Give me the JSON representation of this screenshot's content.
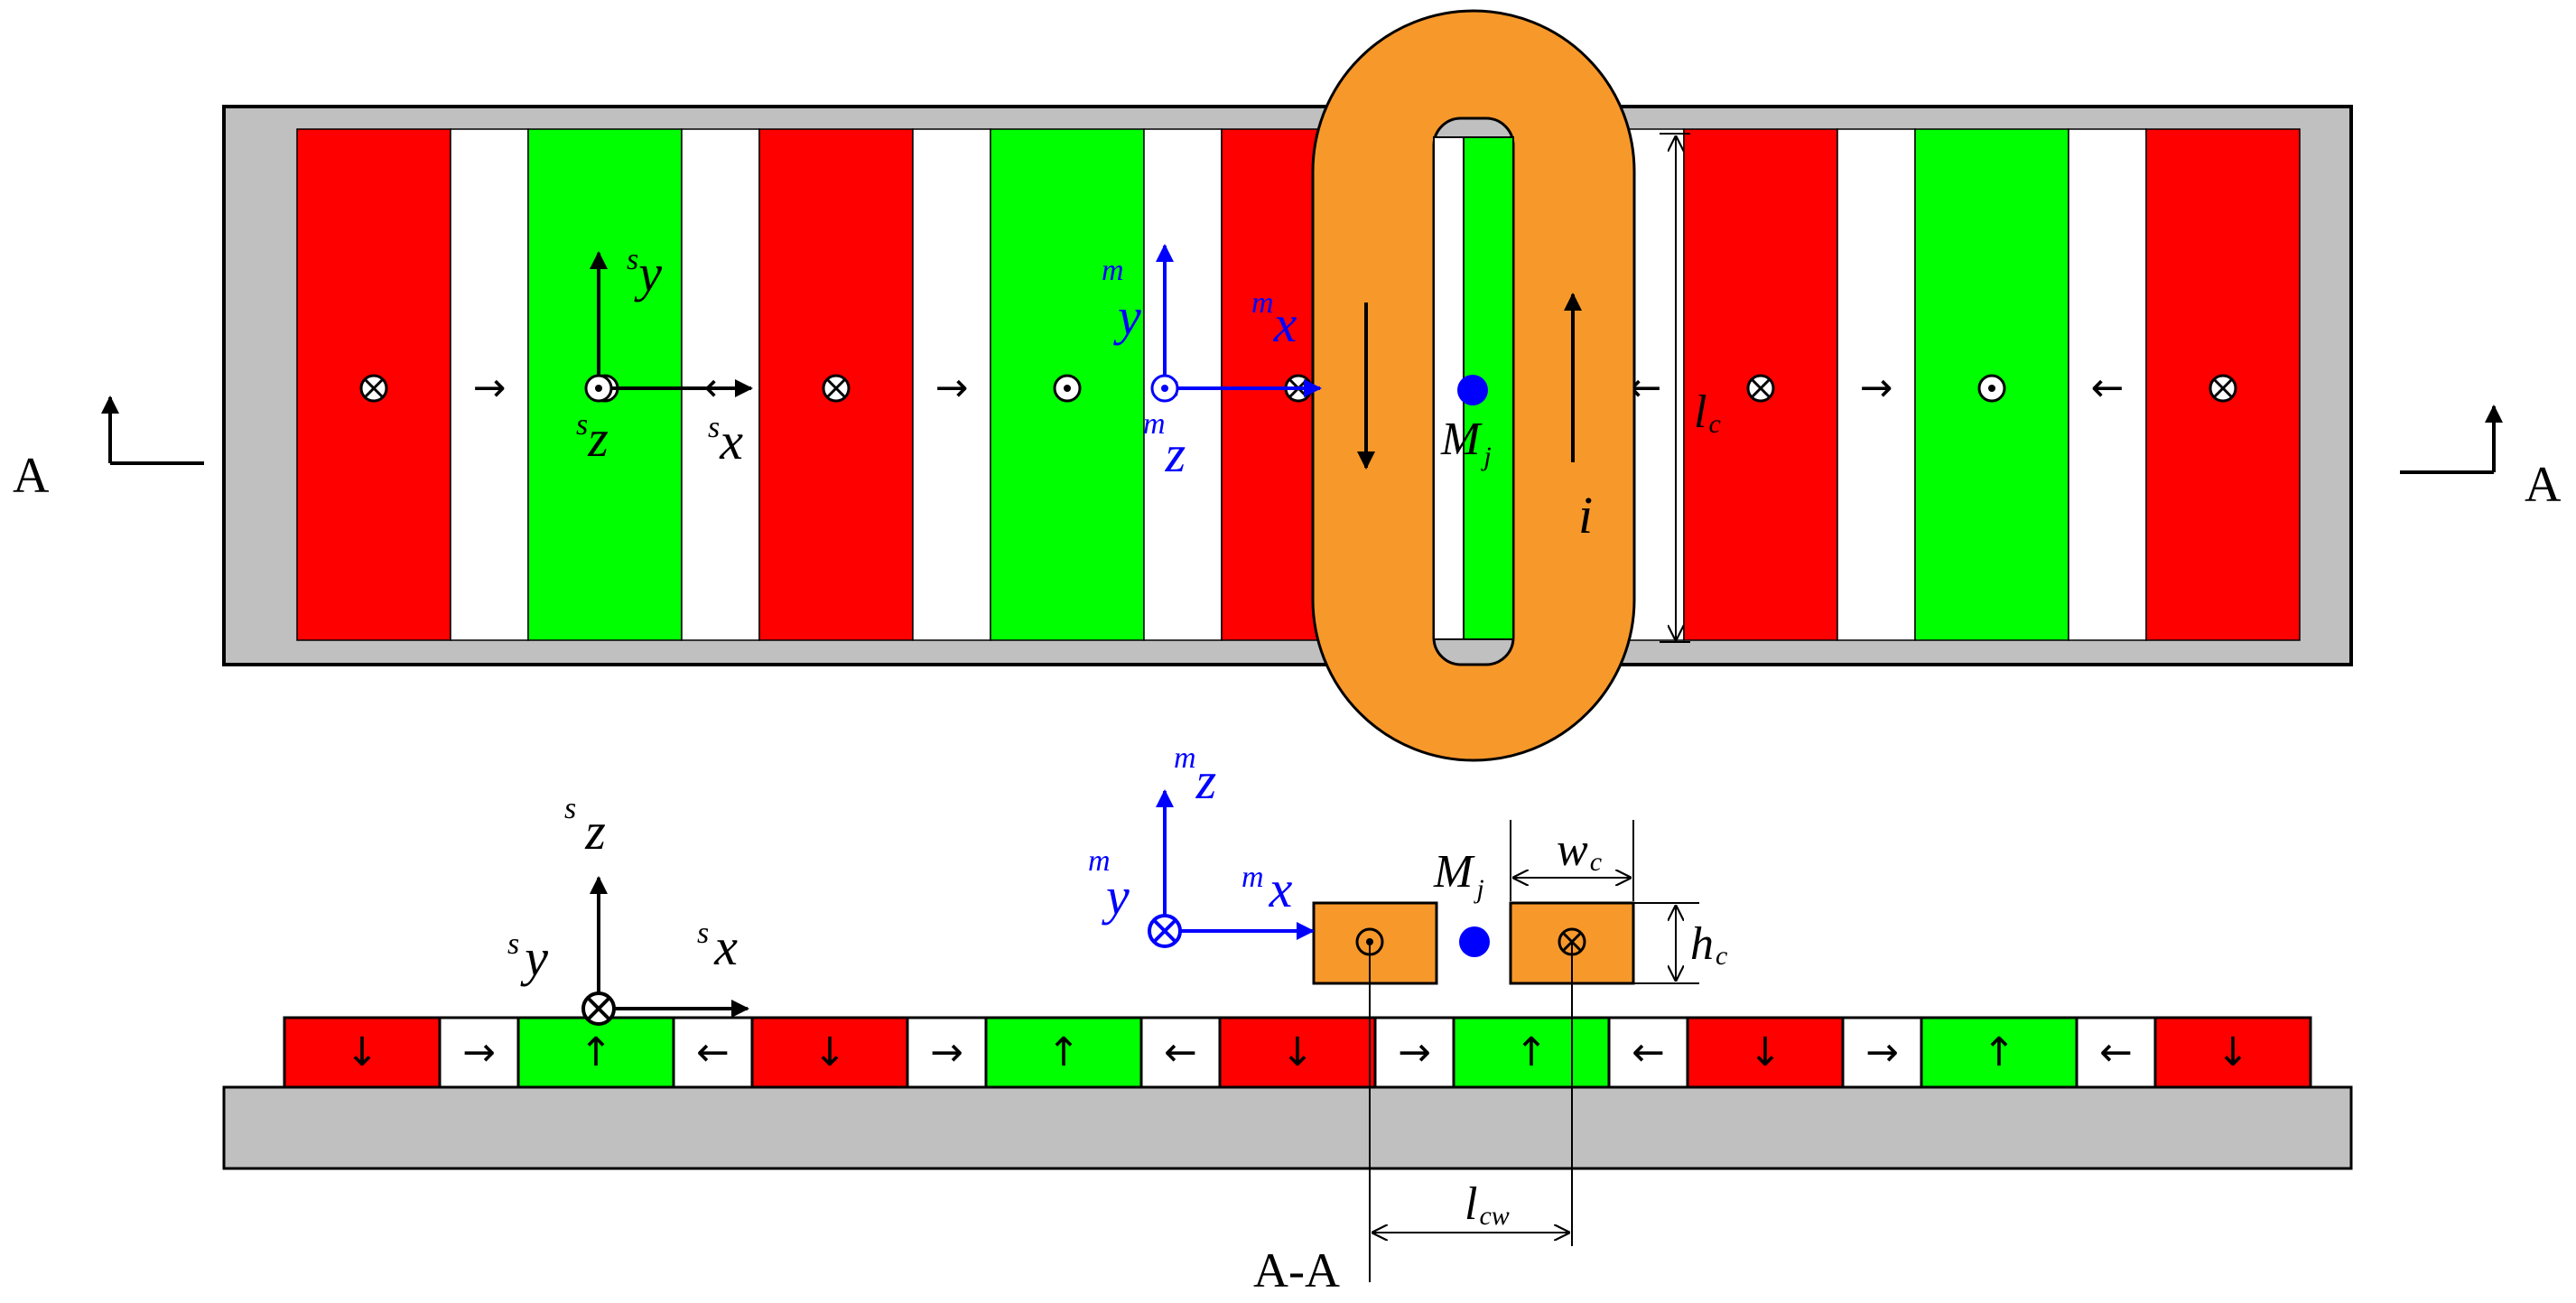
{
  "colors": {
    "red": "#ff0000",
    "green": "#00ff00",
    "white": "#ffffff",
    "gray": "#c0c0c0",
    "orange": "#f7982a",
    "black": "#000000",
    "blue": "#0000ff"
  },
  "icons": {
    "cross_symbol": "⊗",
    "dot_symbol": "⊙",
    "arrow_right": "→",
    "arrow_left": "←",
    "arrow_up": "↑",
    "arrow_down": "↓"
  },
  "top_view": {
    "magnet_sequence": [
      {
        "color": "red",
        "symbol": "cross"
      },
      {
        "color": "white",
        "symbol": "arrow-right"
      },
      {
        "color": "green",
        "symbol": "dot"
      },
      {
        "color": "white",
        "symbol": "arrow-left"
      },
      {
        "color": "red",
        "symbol": "cross"
      },
      {
        "color": "white",
        "symbol": "arrow-right"
      },
      {
        "color": "green",
        "symbol": "dot"
      },
      {
        "color": "white",
        "symbol": "arrow-left"
      },
      {
        "color": "red",
        "symbol": "cross"
      },
      {
        "color": "white",
        "symbol": "arrow-right"
      },
      {
        "color": "green",
        "symbol": "dot"
      },
      {
        "color": "white",
        "symbol": "arrow-left"
      },
      {
        "color": "red",
        "symbol": "cross"
      },
      {
        "color": "white",
        "symbol": "arrow-right"
      },
      {
        "color": "green",
        "symbol": "dot"
      },
      {
        "color": "white",
        "symbol": "arrow-left"
      },
      {
        "color": "red",
        "symbol": "cross"
      }
    ],
    "stator_frame": {
      "x_superscript": "s",
      "x_axis": "x",
      "y_superscript": "s",
      "y_axis": "y",
      "z_superscript": "s",
      "z_axis": "z"
    },
    "mover_frame": {
      "x_superscript": "m",
      "x_axis": "x",
      "y_superscript": "m",
      "y_axis": "y",
      "z_superscript": "m",
      "z_axis": "z"
    },
    "center_label": "M",
    "center_subscript": "j",
    "current_label": "i",
    "length_label": "l",
    "length_subscript": "c",
    "section_label_left": "A",
    "section_label_right": "A"
  },
  "side_view": {
    "magnet_sequence": [
      {
        "color": "red",
        "symbol": "arrow-down"
      },
      {
        "color": "white",
        "symbol": "arrow-right"
      },
      {
        "color": "green",
        "symbol": "arrow-up"
      },
      {
        "color": "white",
        "symbol": "arrow-left"
      },
      {
        "color": "red",
        "symbol": "arrow-down"
      },
      {
        "color": "white",
        "symbol": "arrow-right"
      },
      {
        "color": "green",
        "symbol": "arrow-up"
      },
      {
        "color": "white",
        "symbol": "arrow-left"
      },
      {
        "color": "red",
        "symbol": "arrow-down"
      },
      {
        "color": "white",
        "symbol": "arrow-right"
      },
      {
        "color": "green",
        "symbol": "arrow-up"
      },
      {
        "color": "white",
        "symbol": "arrow-left"
      },
      {
        "color": "red",
        "symbol": "arrow-down"
      },
      {
        "color": "white",
        "symbol": "arrow-right"
      },
      {
        "color": "green",
        "symbol": "arrow-up"
      },
      {
        "color": "white",
        "symbol": "arrow-left"
      },
      {
        "color": "red",
        "symbol": "arrow-down"
      }
    ],
    "stator_frame": {
      "x_superscript": "s",
      "x_axis": "x",
      "y_superscript": "s",
      "y_axis": "y",
      "z_superscript": "s",
      "z_axis": "z"
    },
    "mover_frame": {
      "x_superscript": "m",
      "x_axis": "x",
      "y_superscript": "m",
      "y_axis": "y",
      "z_superscript": "m",
      "z_axis": "z"
    },
    "center_label": "M",
    "center_subscript": "j",
    "width_label": "w",
    "width_subscript": "c",
    "height_label": "h",
    "height_subscript": "c",
    "spacing_label": "l",
    "spacing_subscript": "cw",
    "section_title": "A-A"
  }
}
